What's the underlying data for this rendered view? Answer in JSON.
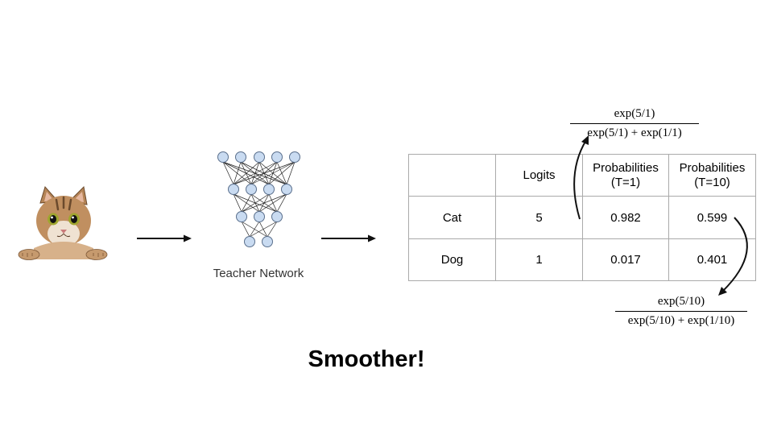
{
  "network_label": "Teacher Network",
  "table": {
    "headers": [
      "",
      "Logits",
      "Probabilities\n(T=1)",
      "Probabilities\n(T=10)"
    ],
    "rows": [
      {
        "label": "Cat",
        "logit": "5",
        "p_t1": "0.982",
        "p_t10": "0.599"
      },
      {
        "label": "Dog",
        "logit": "1",
        "p_t1": "0.017",
        "p_t10": "0.401"
      }
    ]
  },
  "formula_t1": {
    "numerator": "exp(5/1)",
    "denominator": "exp(5/1) + exp(1/1)"
  },
  "formula_t10": {
    "numerator": "exp(5/10)",
    "denominator": "exp(5/10) + exp(1/10)"
  },
  "caption": "Smoother!",
  "colors": {
    "node_fill": "#c9dbf1",
    "node_stroke": "#5a6f8c",
    "edge": "#222222",
    "cat_fur": "#b8875a"
  }
}
